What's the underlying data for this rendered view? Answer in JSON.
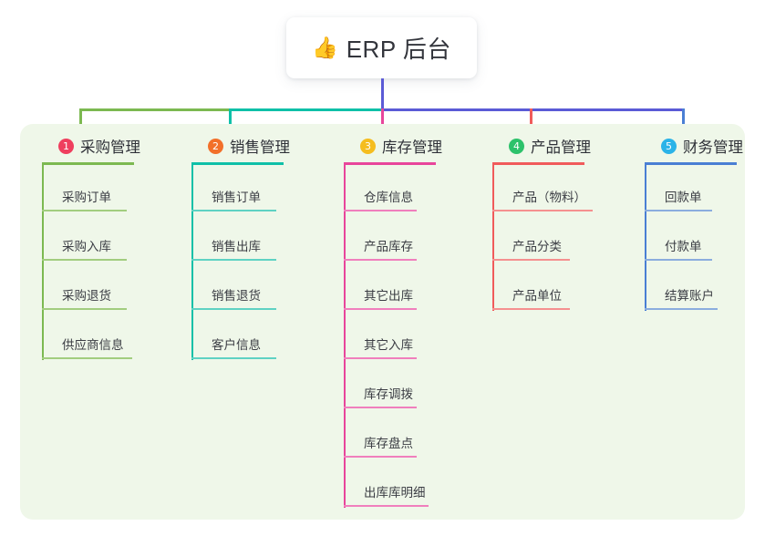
{
  "root": {
    "icon": "thumbs-up-icon",
    "emoji": "👍",
    "title": "ERP 后台"
  },
  "diagram": {
    "type": "mind-map",
    "background_panel_color": "#eff7e9",
    "root_stem_color": "#5b5bd6"
  },
  "columns": [
    {
      "index": "1",
      "title": "采购管理",
      "badge_color": "#ef3f5e",
      "line_color": "#7cb951",
      "items": [
        {
          "label": "采购订单"
        },
        {
          "label": "采购入库"
        },
        {
          "label": "采购退货"
        },
        {
          "label": "供应商信息"
        }
      ]
    },
    {
      "index": "2",
      "title": "销售管理",
      "badge_color": "#f2702a",
      "line_color": "#0fc0a8",
      "items": [
        {
          "label": "销售订单"
        },
        {
          "label": "销售出库"
        },
        {
          "label": "销售退货"
        },
        {
          "label": "客户信息"
        }
      ]
    },
    {
      "index": "3",
      "title": "库存管理",
      "badge_color": "#f5bd1f",
      "line_color": "#e8459b",
      "items": [
        {
          "label": "仓库信息"
        },
        {
          "label": "产品库存"
        },
        {
          "label": "其它出库"
        },
        {
          "label": "其它入库"
        },
        {
          "label": "库存调拨"
        },
        {
          "label": "库存盘点"
        },
        {
          "label": "出库库明细"
        }
      ]
    },
    {
      "index": "4",
      "title": "产品管理",
      "badge_color": "#2dc26b",
      "line_color": "#f05b5b",
      "items": [
        {
          "label": "产品（物料）"
        },
        {
          "label": "产品分类"
        },
        {
          "label": "产品单位"
        }
      ]
    },
    {
      "index": "5",
      "title": "财务管理",
      "badge_color": "#2bb3e8",
      "line_color": "#4a7fd4",
      "items": [
        {
          "label": "回款单"
        },
        {
          "label": "付款单"
        },
        {
          "label": "结算账户"
        }
      ]
    }
  ],
  "bus": {
    "segments": [
      {
        "name": "segment-green",
        "color": "#7cb951"
      },
      {
        "name": "segment-teal",
        "color": "#0fc0a8"
      },
      {
        "name": "segment-blue",
        "color": "#5b5bd6"
      }
    ],
    "drops": [
      {
        "name": "drop-purchase",
        "color": "#7cb951"
      },
      {
        "name": "drop-sales",
        "color": "#0fc0a8"
      },
      {
        "name": "drop-inventory",
        "color": "#e8459b"
      },
      {
        "name": "drop-product",
        "color": "#f05b5b"
      },
      {
        "name": "drop-finance",
        "color": "#4a7fd4"
      }
    ]
  }
}
